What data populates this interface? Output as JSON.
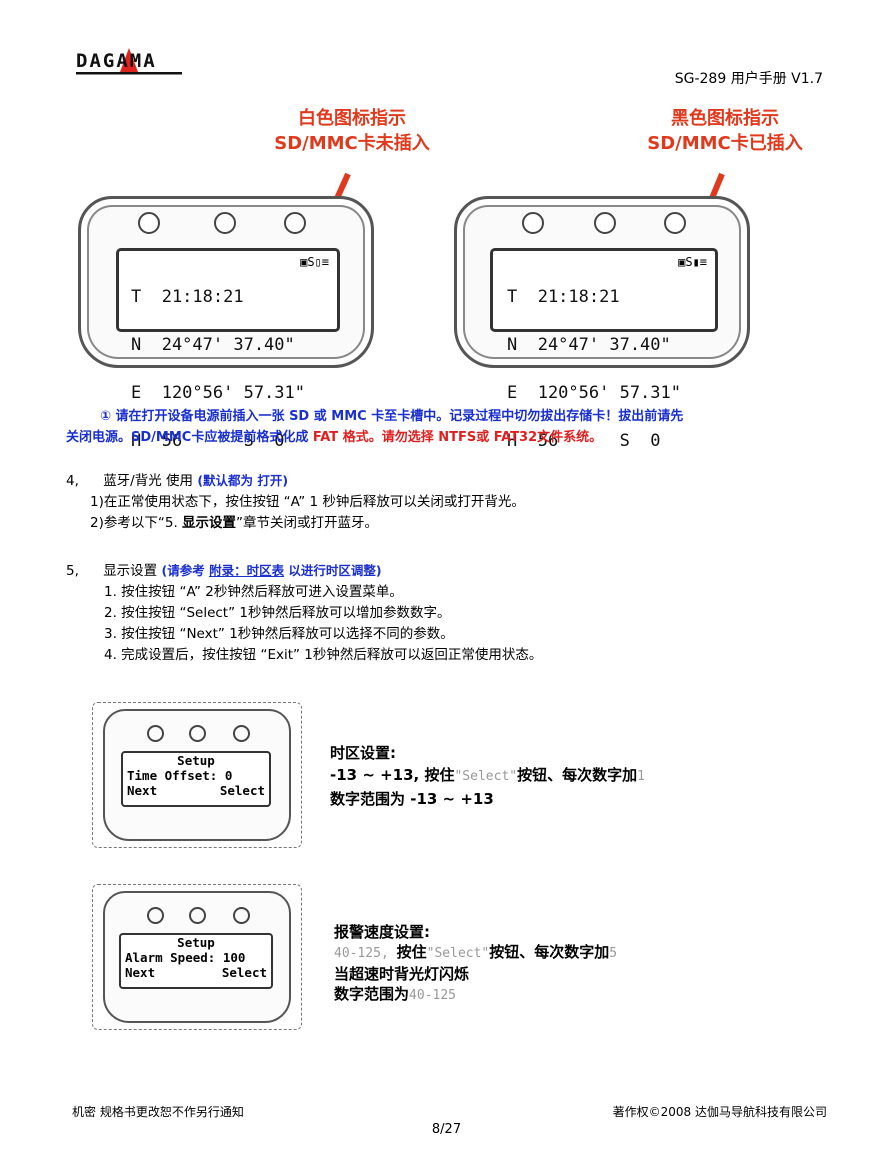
{
  "header": {
    "logo_text": "DAGAMA",
    "doc_title": "SG-289  用户手册  V1.7"
  },
  "callouts": {
    "left_line1": "白色图标指示",
    "left_line2": "SD/MMC卡未插入",
    "right_line1": "黑色图标指示",
    "right_line2": "SD/MMC卡已插入"
  },
  "device_screen": {
    "row_t": "T  21:18:21",
    "row_n": "N  24°47' 37.40\"",
    "row_e": "E  120°56' 57.31\"",
    "row_h": "H  56      S  0"
  },
  "note": {
    "marker": "①",
    "part1": "请在打开设备电源前插入一张 SD 或 MMC 卡至卡槽中。记录过程中切勿拔出存储卡！拔出前请先",
    "part2": "关闭电源。SD/MMC卡应被提前格式化成",
    "fat": " FAT ",
    "part3": "格式。请勿选择 NTFS或 FAT32文件系统。"
  },
  "section4": {
    "num": "4,",
    "title": "蓝牙/背光  使用",
    "hint": "(默认都为  打开)",
    "item1": "1)在正常使用状态下，按住按钮 “A” 1  秒钟后释放可以关闭或打开背光。",
    "item2_a": "2)参考以下“5. ",
    "item2_b": "显示设置",
    "item2_c": "”章节关闭或打开蓝牙。"
  },
  "section5": {
    "num": "5,",
    "title": "显示设置",
    "hint_a": "(请参考  ",
    "hint_link": "附录：时区表",
    "hint_b": "  以进行时区调整)",
    "steps": [
      "1. 按住按钮 “A” 2秒钟然后释放可进入设置菜单。",
      "2. 按住按钮 “Select” 1秒钟然后释放可以增加参数数字。",
      "3. 按住按钮 “Next” 1秒钟然后释放可以选择不同的参数。",
      "4. 完成设置后，按住按钮 “Exit” 1秒钟然后释放可以返回正常使用状态。"
    ]
  },
  "setup1": {
    "screen_title": "Setup",
    "screen_value": "Time Offset: 0",
    "next": "Next",
    "select": "Select",
    "desc_title": "时区设置:",
    "desc_line2_a": "-13 ~ +13, 按住",
    "desc_line2_b": "\"Select\"",
    "desc_line2_c": "按钮、每次数字加",
    "desc_line2_d": "1",
    "desc_line3": "数字范围为 -13 ~ +13"
  },
  "setup2": {
    "screen_title": "Setup",
    "screen_value": "Alarm Speed: 100",
    "next": "Next",
    "select": "Select",
    "desc_title": "报警速度设置:",
    "desc_line2_a": "40-125, ",
    "desc_line2_b": "按住",
    "desc_line2_c": "\"Select\"",
    "desc_line2_d": "按钮、每次数字加",
    "desc_line2_e": "5",
    "desc_line3": "当超速时背光灯闪烁",
    "desc_line4_a": "数字范围为",
    "desc_line4_b": "40-125"
  },
  "footer": {
    "left": "机密    规格书更改恕不作另行通知",
    "right": "著作权©2008    达伽马导航科技有限公司",
    "page": "8/27"
  },
  "colors": {
    "callout": "#e03a1e",
    "blue": "#1a2fd0",
    "red": "#e02020"
  }
}
